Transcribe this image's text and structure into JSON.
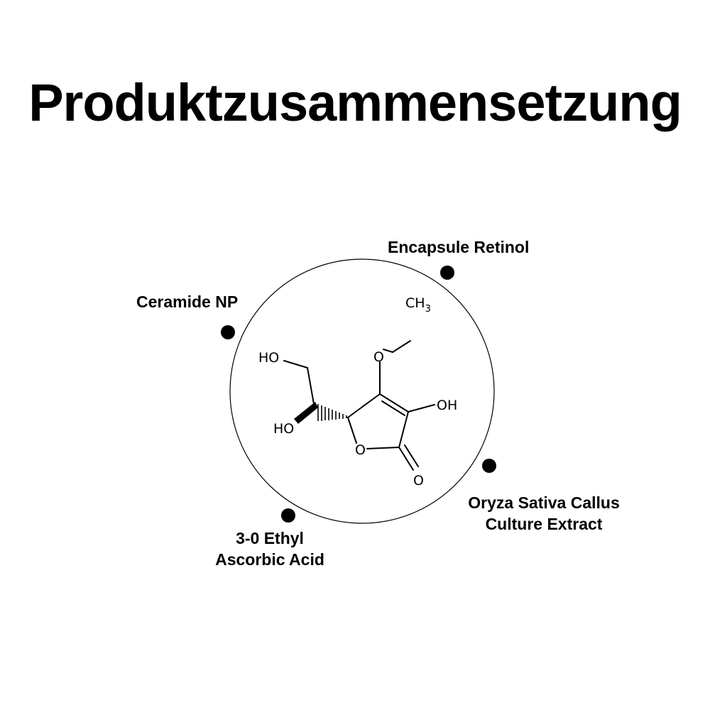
{
  "title": "Produktzusammensetzung",
  "ingredients": [
    {
      "id": "retinol",
      "label": "Encapsule Retinol"
    },
    {
      "id": "ceramide",
      "label": "Ceramide NP"
    },
    {
      "id": "oryza",
      "label_line1": "Oryza Sativa Callus",
      "label_line2": "Culture Extract"
    },
    {
      "id": "ascorbic",
      "label_line1": "3-0 Ethyl",
      "label_line2": "Ascorbic Acid"
    }
  ],
  "molecule": {
    "atoms": {
      "ch3": "CH",
      "ch3_sub": "3",
      "ho_top": "HO",
      "ho_left": "HO",
      "oh_right": "OH",
      "o_ether": "O",
      "o_ring": "O",
      "o_carbonyl": "O"
    }
  },
  "colors": {
    "text": "#000000",
    "background": "#ffffff",
    "dot": "#000000"
  }
}
